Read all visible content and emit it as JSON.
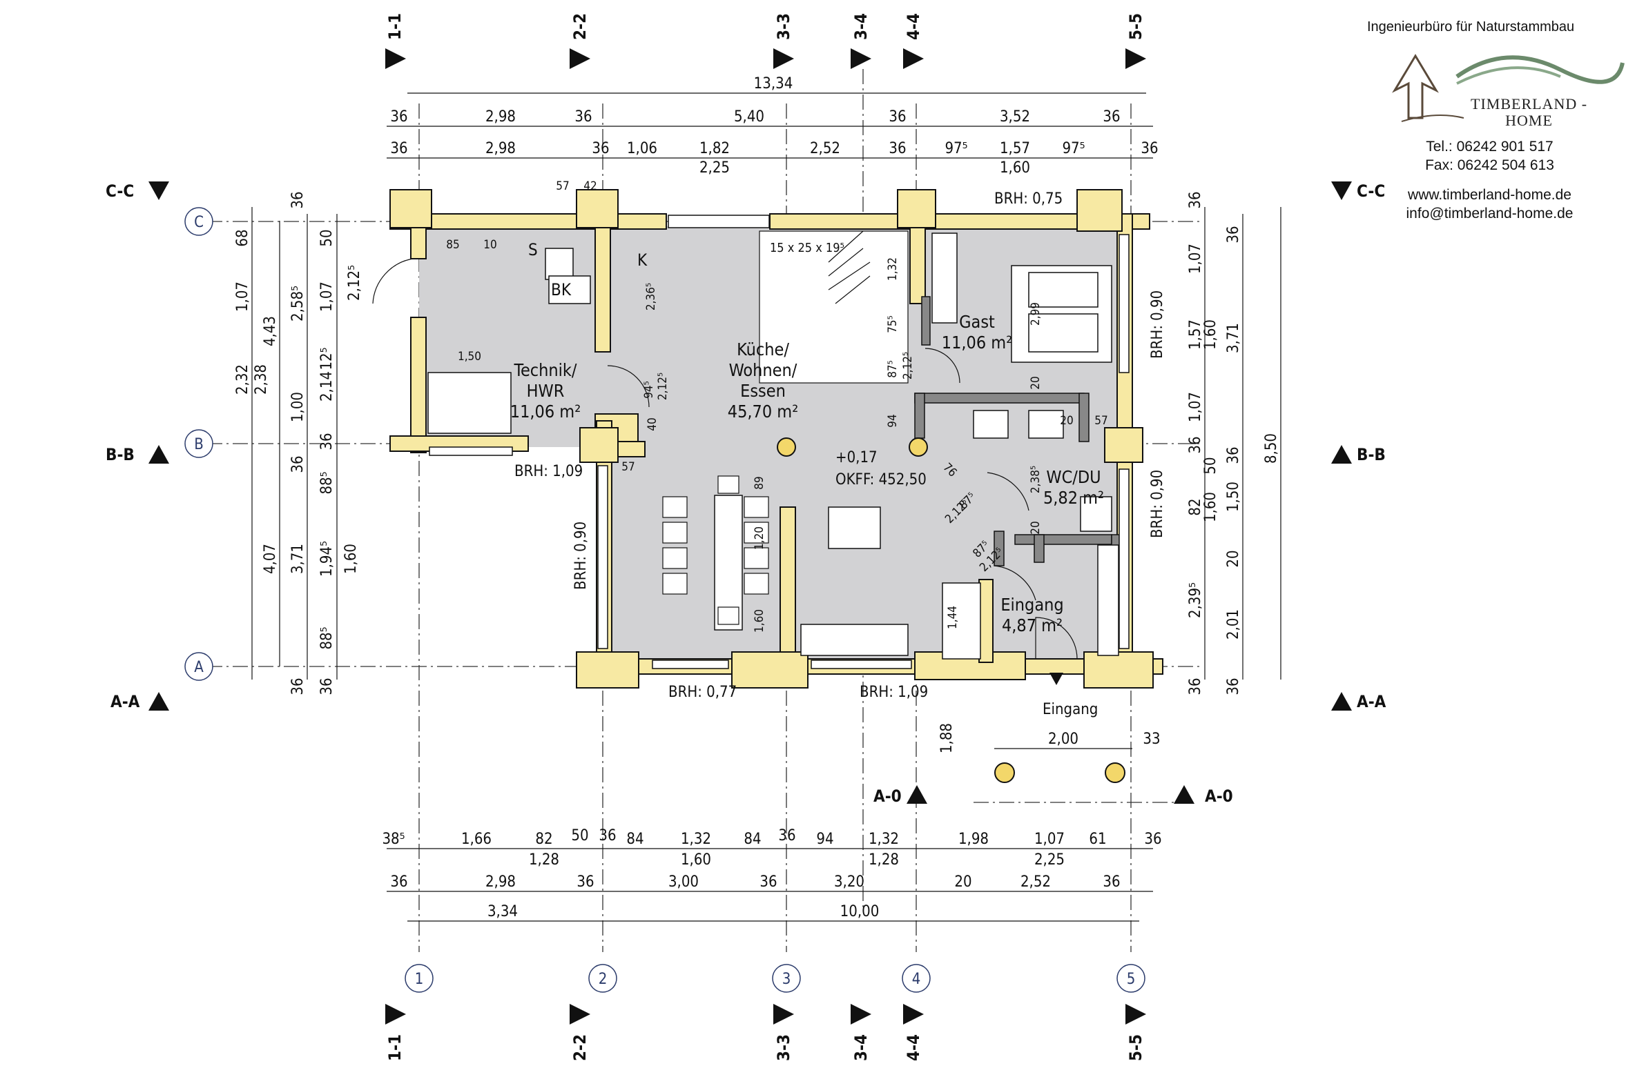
{
  "company": {
    "name": "Ingenieurbüro für Naturstammbau",
    "brand_line1": "TIMBERLAND -",
    "brand_line2": "HOME",
    "tel": "Tel.:  06242 901 517",
    "fax": "Fax:  06242 504 613",
    "web": "www.timberland-home.de",
    "email": "info@timberland-home.de"
  },
  "colors": {
    "wall": "#f7e9a3",
    "floor": "#d2d2d4",
    "marker": "#f3d76a",
    "line": "#111111"
  },
  "axes": {
    "columns": [
      "1",
      "2",
      "3",
      "4",
      "5"
    ],
    "rows": [
      "A",
      "B",
      "C"
    ]
  },
  "sections": {
    "vertical": [
      "1-1",
      "2-2",
      "3-3",
      "3-4",
      "4-4",
      "5-5"
    ],
    "horizontal": [
      "C-C",
      "B-B",
      "A-A",
      "A-0"
    ]
  },
  "rooms": [
    {
      "name": "Technik/",
      "name2": "HWR",
      "area": "11,06 m²"
    },
    {
      "name": "Küche/",
      "name2": "Wohnen/",
      "name3": "Essen",
      "area": "45,70 m²"
    },
    {
      "name": "Gast",
      "area": "11,06 m²"
    },
    {
      "name": "WC/DU",
      "area": "5,82 m²"
    },
    {
      "name": "Eingang",
      "area": "4,87 m²"
    }
  ],
  "annotations": {
    "level": "+0,17",
    "okff": "OKFF: 452,50",
    "stairs": "15 x 25 x 19⁵",
    "entrance": "Eingang",
    "symbols": [
      "S",
      "K",
      "BK"
    ],
    "brh": [
      "BRH: 0,75",
      "BRH: 1,09",
      "BRH: 0,90",
      "BRH: 0,77",
      "BRH: 1,09",
      "BRH: 0,90",
      "BRH: 0,90"
    ]
  },
  "dimensions": {
    "top": {
      "overall": "13,34",
      "row1": [
        "36",
        "2,98",
        "36",
        "5,40",
        "36",
        "3,52",
        "36"
      ],
      "row2": [
        "36",
        "2,98",
        "36",
        "1,06",
        "1,82",
        "2,52",
        "36",
        "97⁵",
        "1,57",
        "97⁵",
        "36"
      ],
      "row2_sub": [
        "2,25",
        "1,60"
      ],
      "small": [
        "57",
        "42"
      ]
    },
    "bottom": {
      "row1": [
        "38⁵",
        "1,66",
        "82",
        "50",
        "36",
        "84",
        "1,32",
        "84",
        "36",
        "94",
        "1,32",
        "1,98",
        "1,07",
        "61",
        "36"
      ],
      "row1_sub": [
        "1,28",
        "1,60",
        "1,28",
        "2,25"
      ],
      "row2": [
        "36",
        "2,98",
        "36",
        "3,00",
        "36",
        "3,20",
        "20",
        "2,52",
        "36"
      ],
      "row3": [
        "3,34",
        "10,00"
      ],
      "entry": [
        "2,00",
        "33",
        "1,88"
      ]
    },
    "left": {
      "outer": [
        "4,43",
        "4,07"
      ],
      "mid": [
        "68",
        "1,07",
        "2,32",
        "2,38"
      ],
      "inner": [
        "36",
        "2,58⁵",
        "36",
        "3,71",
        "36"
      ],
      "inner2": [
        "50",
        "1,07",
        "12⁵",
        "1,00",
        "36",
        "88⁵",
        "1,94⁵",
        "88⁵",
        "36"
      ],
      "inner3": [
        "2,12⁵",
        "2,14",
        "1,60"
      ]
    },
    "right": {
      "a": [
        "36",
        "1,07",
        "1,57",
        "1,07",
        "36",
        "82",
        "2,39⁵",
        "36"
      ],
      "b": [
        "1,60",
        "50",
        "1,60",
        "20",
        "2,01"
      ],
      "c": [
        "3,71",
        "1,50"
      ],
      "overall": "8,50"
    },
    "interior": [
      "85",
      "10",
      "1,50",
      "2,36⁵",
      "94⁵",
      "2,12⁵",
      "40",
      "57",
      "89",
      "1,20",
      "1,60",
      "1,32",
      "75⁵",
      "87⁵",
      "2,12⁵",
      "94",
      "2,99",
      "20",
      "20",
      "57",
      "76",
      "87⁵",
      "2,12⁵",
      "87⁵",
      "2,12⁵",
      "2,38⁵",
      "20",
      "1,44"
    ]
  }
}
